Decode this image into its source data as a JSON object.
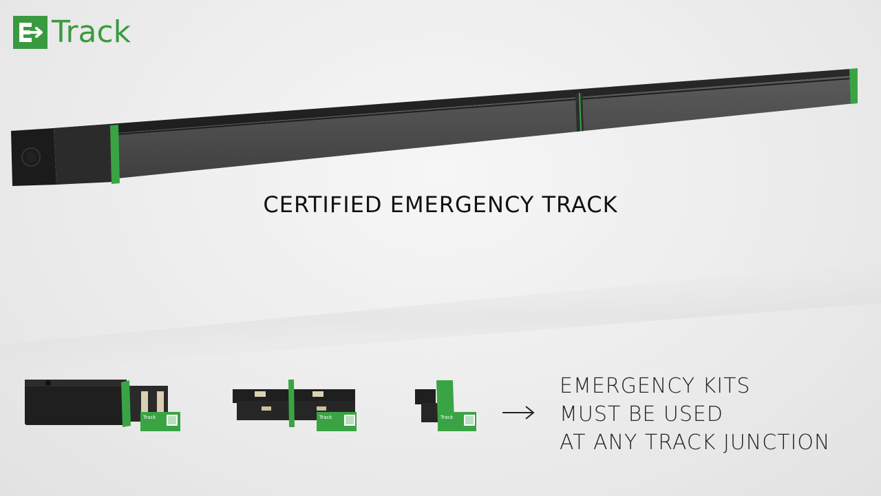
{
  "brand": {
    "name": "Track",
    "accent": "#3a9a3f"
  },
  "headline": "CERTIFIED EMERGENCY TRACK",
  "note": {
    "line1": "EMERGENCY KITS",
    "line2": "MUST BE USED",
    "line3": "AT ANY TRACK JUNCTION"
  },
  "kit_label_brand": "Track",
  "icons": {
    "arrow": "arrow-right-icon",
    "logo": "exit-arrow-icon"
  },
  "colors": {
    "track": "#2f2f2f",
    "accent": "#3aa444",
    "background": "#ececec"
  }
}
